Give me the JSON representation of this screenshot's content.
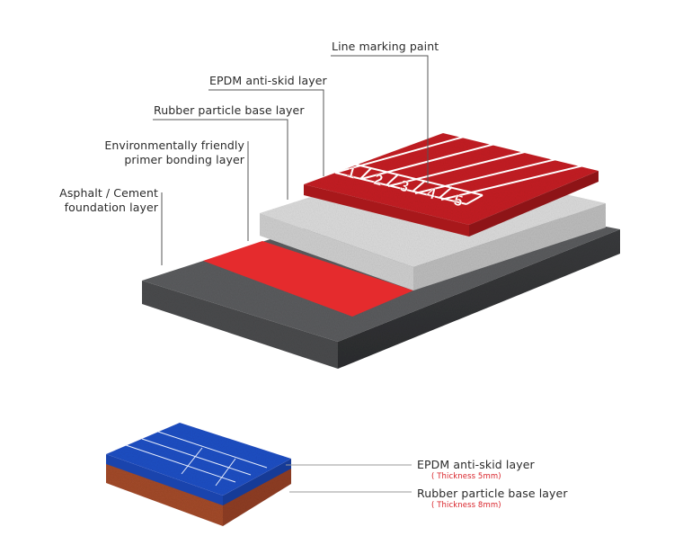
{
  "labels": {
    "line_marking": "Line marking paint",
    "epdm": "EPDM anti-skid layer",
    "rubber_base": "Rubber particle base layer",
    "primer_line1": "Environmentally friendly",
    "primer_line2": "primer bonding layer",
    "foundation_line1": "Asphalt / Cement",
    "foundation_line2": "foundation layer"
  },
  "lane_numbers": [
    "1",
    "2",
    "3",
    "4",
    "5"
  ],
  "sample": {
    "epdm_label": "EPDM anti-skid layer",
    "epdm_thickness": "( Thickness 5mm)",
    "rubber_label": "Rubber particle base layer",
    "rubber_thickness": "( Thickness 8mm)"
  },
  "colors": {
    "asphalt": "#5b5c5e",
    "primer": "#e52b2d",
    "rubber_particle": "#dcdcdc",
    "epdm_red": "#c51f22",
    "sample_blue": "#1f4fc4",
    "sample_brown": "#a34a2a",
    "sample_text_red": "#d9232a"
  }
}
